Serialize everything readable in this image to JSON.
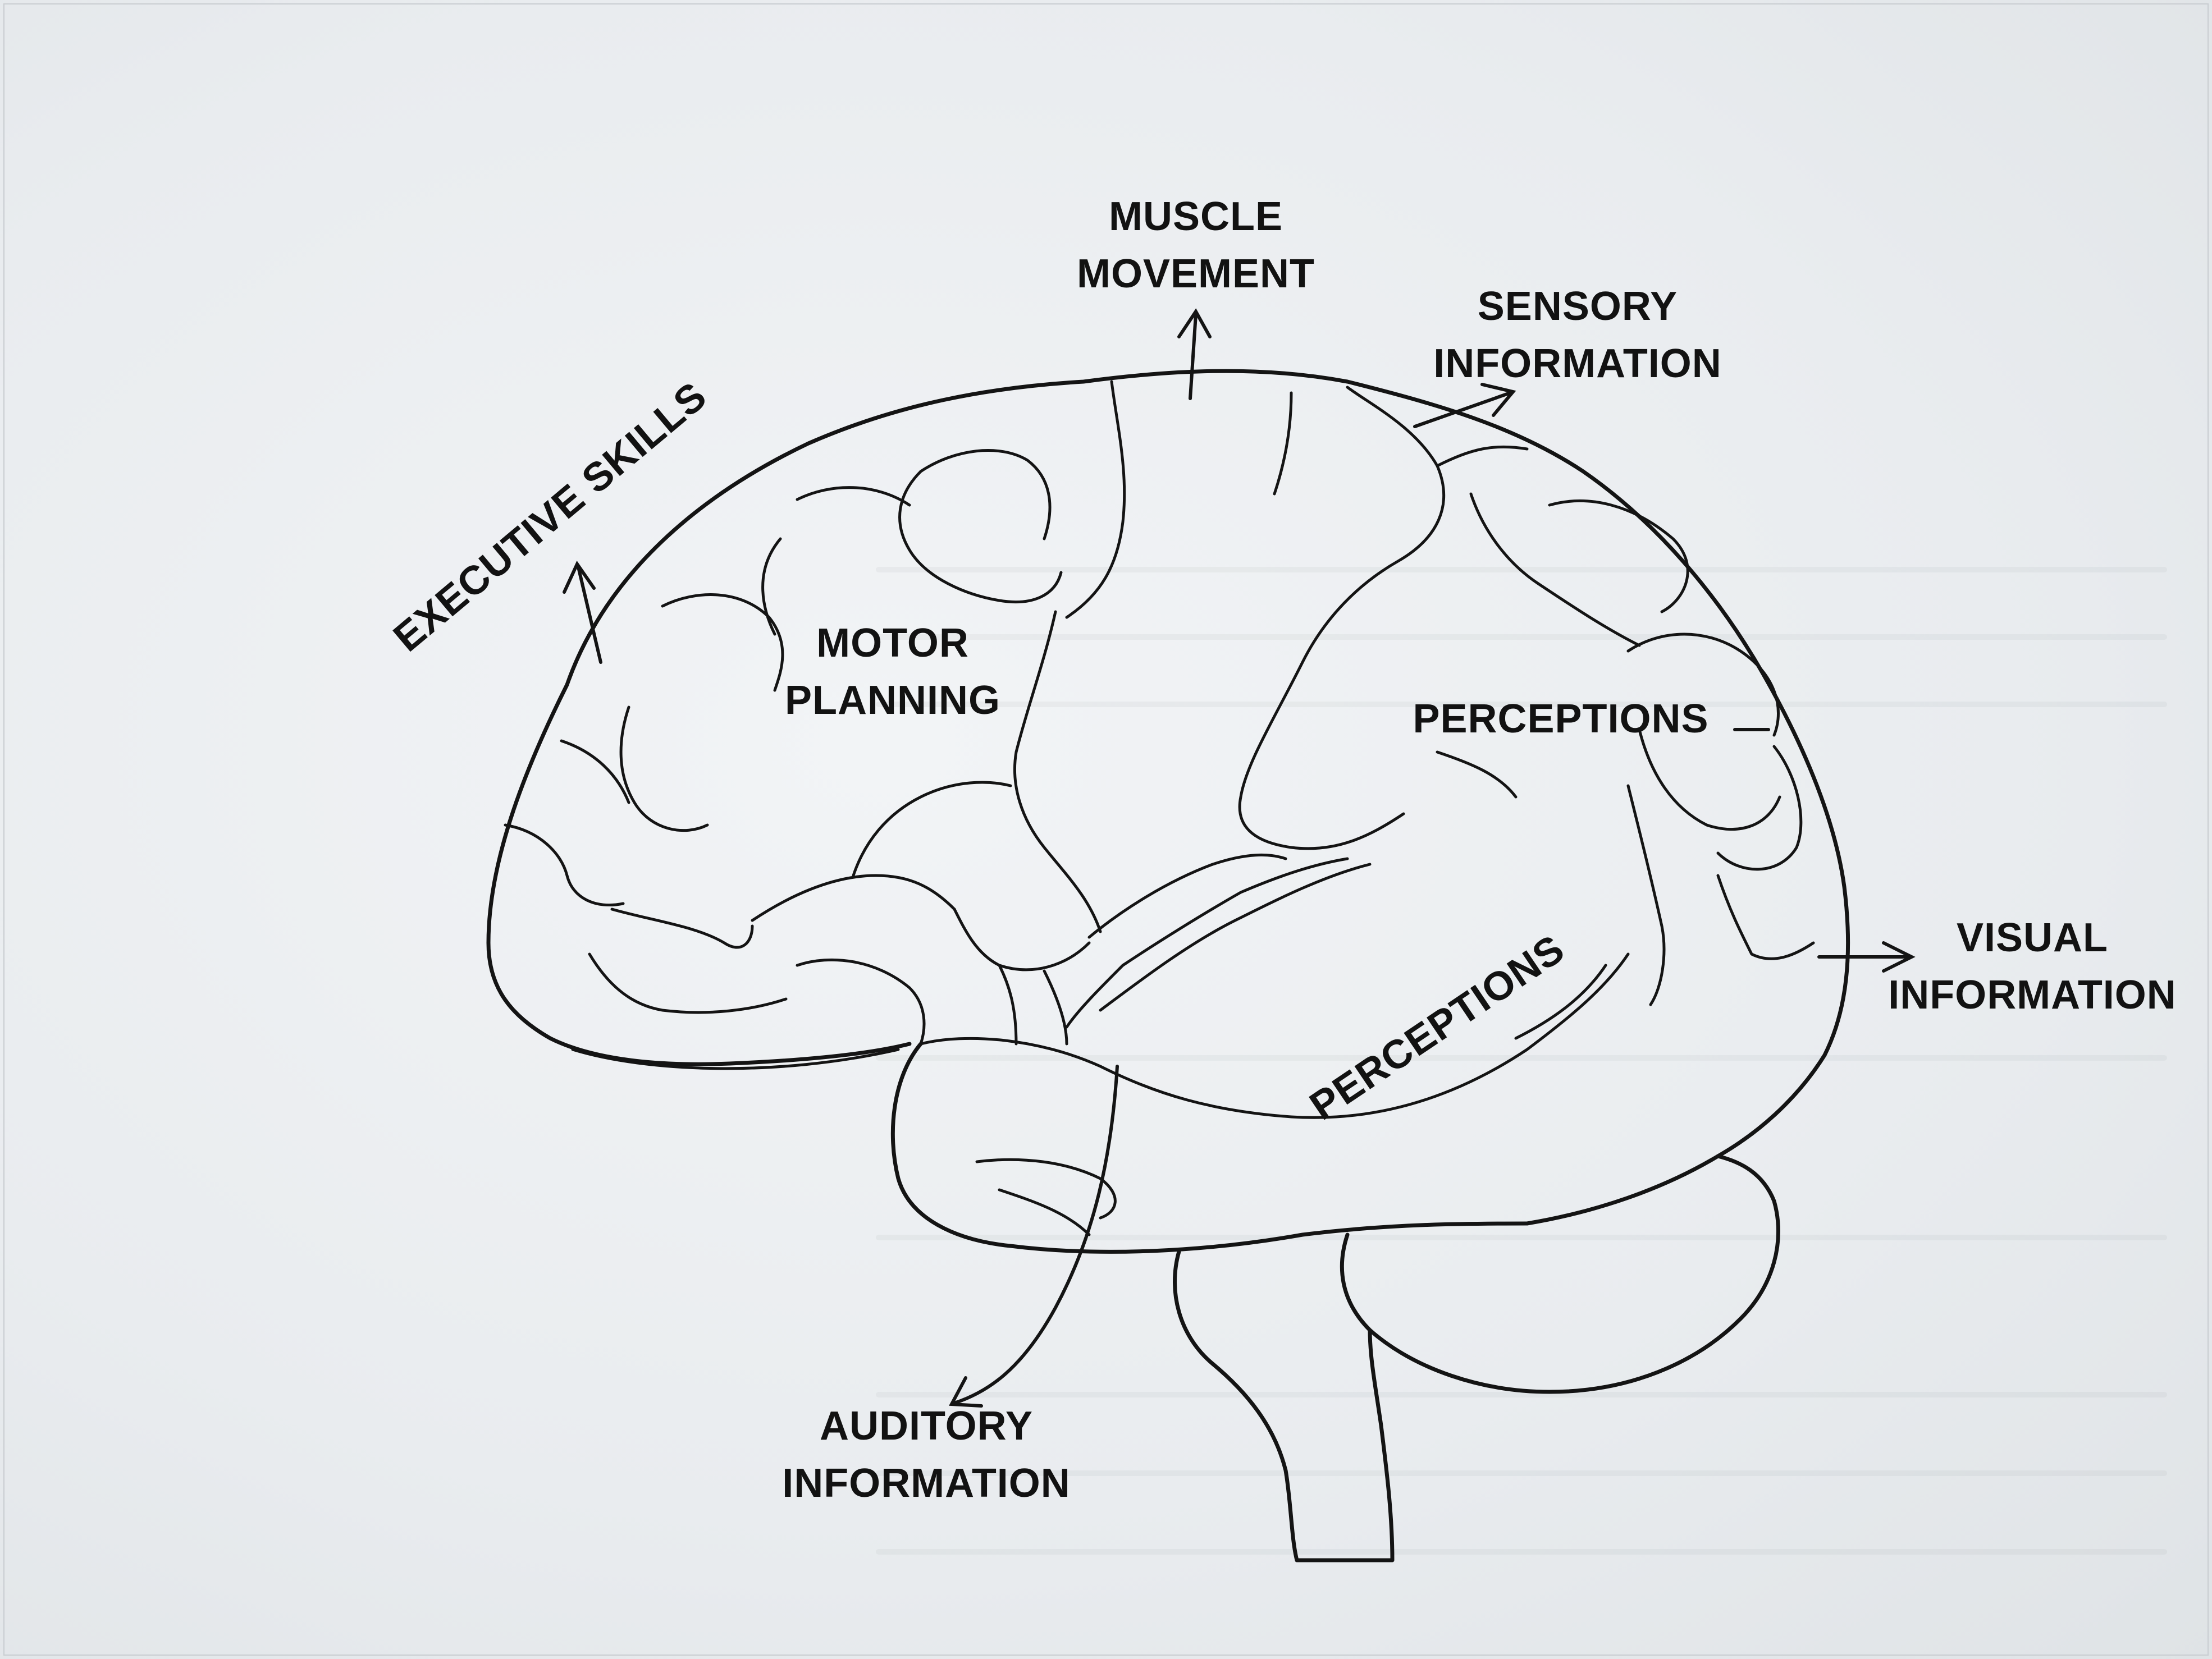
{
  "diagram": {
    "labels": {
      "muscle_movement": {
        "line1": "MUSCLE",
        "line2": "MOVEMENT"
      },
      "sensory_information": {
        "line1": "SENSORY",
        "line2": "INFORMATION"
      },
      "executive_skills": {
        "text": "EXECUTIVE SKILLS"
      },
      "motor_planning": {
        "line1": "MOTOR",
        "line2": "PLANNING"
      },
      "perceptions_upper": {
        "text": "PERCEPTIONS"
      },
      "perceptions_lower": {
        "text": "PERCEPTIONS"
      },
      "visual_information": {
        "line1": "VISUAL",
        "line2": "INFORMATION"
      },
      "auditory_information": {
        "line1": "AUDITORY",
        "line2": "INFORMATION"
      }
    }
  }
}
